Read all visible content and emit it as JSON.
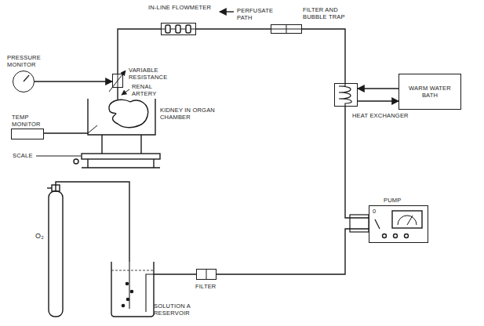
{
  "diagram": {
    "nodes": [
      {
        "text": [
          "IN-LINE FLOWMETER"
        ]
      },
      {
        "text": [
          "FILTER AND BUBBLE TRAP"
        ]
      },
      {
        "text": [
          "PRESSURE MONITOR"
        ]
      },
      {
        "text": [
          "VARIABLE RESISTANCE"
        ]
      },
      {
        "text": [
          "KIDNEY IN ORGAN CHAMBER"
        ]
      },
      {
        "text": [
          "TEMP MONITOR"
        ]
      },
      {
        "text": [
          "SCALE"
        ]
      },
      {
        "text": [
          "O₂"
        ]
      },
      {
        "text": [
          "PUMP"
        ]
      },
      {
        "text": [
          "HEAT EXCHANGER"
        ]
      },
      {
        "text": [
          "WARM WATER BATH"
        ]
      },
      {
        "text": [
          "FILTER"
        ]
      },
      {
        "text": [
          "SOLUTION A RESERVOIR"
        ]
      }
    ],
    "edges": [
      {
        "from": 12,
        "to": 11,
        "arrow": "none"
      },
      {
        "from": 11,
        "to": 8,
        "arrow": "none"
      },
      {
        "from": 8,
        "to": 9,
        "arrow": "none"
      },
      {
        "from": 9,
        "to": 1,
        "arrow": "none"
      },
      {
        "from": 1,
        "to": 0,
        "arrow": "none"
      },
      {
        "from": 0,
        "to": 3,
        "arrow": "none"
      },
      {
        "from": 3,
        "to": 4,
        "arrow": "none"
      },
      {
        "from": 2,
        "to": 3,
        "arrow": "to"
      },
      {
        "from": 10,
        "to": 9,
        "arrow": "to"
      },
      {
        "from": 9,
        "to": 10,
        "arrow": "to"
      },
      {
        "from": 5,
        "to": 4,
        "arrow": "none"
      },
      {
        "from": 7,
        "to": 12,
        "arrow": "none"
      }
    ],
    "labels": [
      "PERFUSATE PATH",
      "RENAL ARTERY",
      "0"
    ]
  }
}
